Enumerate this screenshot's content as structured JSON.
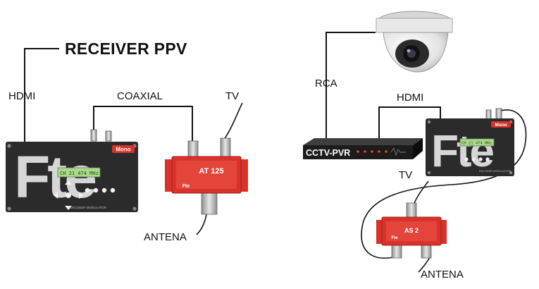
{
  "diagram": {
    "left": {
      "title": "RECEIVER PPV",
      "cable_hdmi": "HDMI",
      "cable_coaxial": "COAXIAL",
      "port_tv": "TV",
      "port_antenna": "ANTENA",
      "modulator": {
        "brand": "Fte",
        "tag": "Mono",
        "caption": "ENCODER MODULATOR",
        "lcd": "CH 21 474 MHz"
      },
      "splitter": {
        "model": "AT 125",
        "brand": "Fte"
      }
    },
    "right": {
      "cable_rca": "RCA",
      "cable_hdmi": "HDMI",
      "port_tv": "TV",
      "port_antenna": "ANTENA",
      "recorder": {
        "label": "CCTV-PVR"
      },
      "camera": {
        "type": "dome-camera"
      },
      "modulator": {
        "brand": "Fte",
        "tag": "Mono",
        "caption": "ENCODER MODULATOR",
        "lcd": "CH 21 474 MHz"
      },
      "splitter": {
        "model": "AS 2",
        "brand": "Fte"
      }
    }
  },
  "colors": {
    "device_dark": "#2b2b2b",
    "splitter_red": "#d8322a",
    "lcd_green": "#a9d98a",
    "cable": "#111111"
  }
}
